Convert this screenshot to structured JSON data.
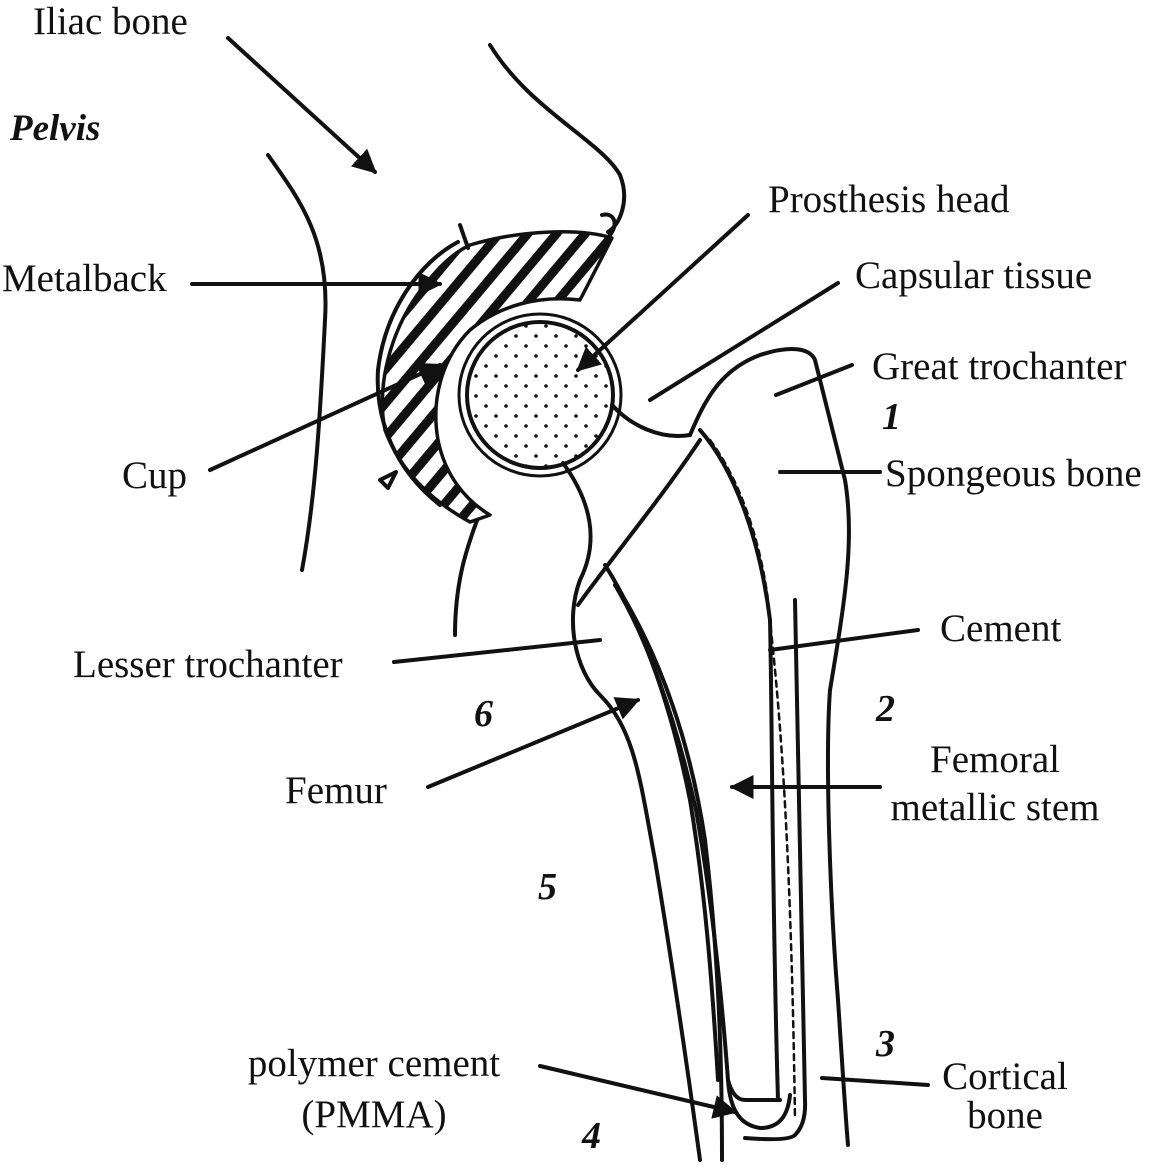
{
  "labels": {
    "iliac_bone": "Iliac bone",
    "pelvis": "Pelvis",
    "metalback": "Metalback",
    "cup": "Cup",
    "prosthesis_head": "Prosthesis head",
    "capsular_tissue": "Capsular tissue",
    "great_trochanter": "Great trochanter",
    "spongeous_bone": "Spongeous bone",
    "cement": "Cement",
    "lesser_trochanter": "Lesser trochanter",
    "femur": "Femur",
    "femoral_metallic_stem_line1": "Femoral",
    "femoral_metallic_stem_line2": "metallic stem",
    "polymer_cement_line1": "polymer cement",
    "polymer_cement_line2": "(PMMA)",
    "cortical_bone_line1": "Cortical",
    "cortical_bone_line2": "bone"
  },
  "region_numbers": [
    "1",
    "2",
    "3",
    "4",
    "5",
    "6"
  ],
  "colors": {
    "ink": "#111111",
    "background": "#ffffff"
  }
}
